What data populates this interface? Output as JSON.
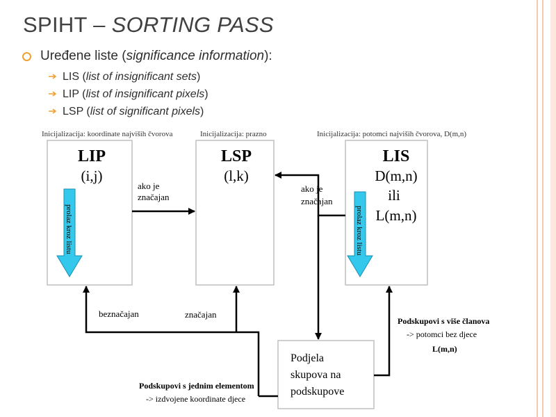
{
  "title": {
    "main": "SPIHT – ",
    "italic": "SORTING PASS"
  },
  "bullet": {
    "prefix": "Uređene liste (",
    "italic": "significance information",
    "suffix": "):"
  },
  "sub_items": [
    {
      "prefix": "LIS (",
      "italic": "list of insignificant sets",
      "suffix": ")"
    },
    {
      "prefix": "LIP (",
      "italic": "list of insignificant pixels",
      "suffix": ")"
    },
    {
      "prefix": "LSP (",
      "italic": "list of significant pixels",
      "suffix": ")"
    }
  ],
  "diagram": {
    "lip": {
      "init": "Inicijalizacija: koordinate najviših čvorova",
      "name": "LIP",
      "coords": "(i,j)",
      "arrow_text": "prolaz kroz listu"
    },
    "lsp": {
      "init": "Inicijalizacija: prazno",
      "name": "LSP",
      "coords": "(l,k)"
    },
    "lis": {
      "init": "Inicijalizacija: potomci najviših čvorova, D(m,n)",
      "name": "LIS",
      "d": "D(m,n)",
      "ili": "ili",
      "l": "L(m,n)",
      "arrow_text": "prolaz kroz listu"
    },
    "ako_je_1": "ako je",
    "znacajan_1": "značajan",
    "ako_je_2": "ako je",
    "znacajan_2": "značajan",
    "beznacajan": "beznačajan",
    "znacajan_bottom": "značajan",
    "podjela": [
      "Podjela",
      "skupova na",
      "podskupove"
    ],
    "multi": {
      "title": "Podskupovi s više članova",
      "desc": "-> potomci bez djece",
      "l": "L(m,n)"
    },
    "single": {
      "title": "Podskupovi s jednim elementom",
      "desc": "-> izdvojene koordinate djece"
    }
  },
  "colors": {
    "accent": "#f0a030",
    "border": "#f4c9b4",
    "arrow_fill": "#33c8ec",
    "box_border": "#bfbfbf",
    "title": "#404040"
  }
}
